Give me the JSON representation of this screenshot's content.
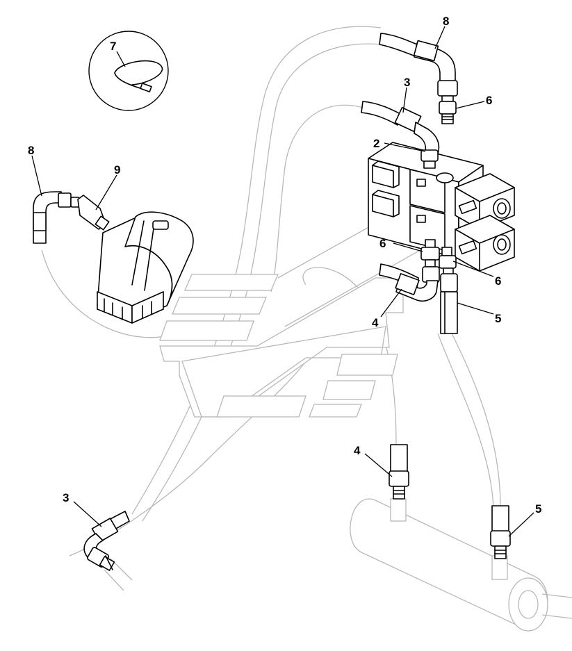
{
  "diagram": {
    "callouts": [
      {
        "id": "c8-top",
        "label": "8"
      },
      {
        "id": "c3-top",
        "label": "3"
      },
      {
        "id": "c6-top",
        "label": "6"
      },
      {
        "id": "c2",
        "label": "2"
      },
      {
        "id": "c7",
        "label": "7"
      },
      {
        "id": "c8-left",
        "label": "8"
      },
      {
        "id": "c9",
        "label": "9"
      },
      {
        "id": "c6-left",
        "label": "6"
      },
      {
        "id": "c6-right",
        "label": "6"
      },
      {
        "id": "c4-mid",
        "label": "4"
      },
      {
        "id": "c5-mid",
        "label": "5"
      },
      {
        "id": "c4-low",
        "label": "4"
      },
      {
        "id": "c3-low",
        "label": "3"
      },
      {
        "id": "c5-low",
        "label": "5"
      }
    ]
  }
}
